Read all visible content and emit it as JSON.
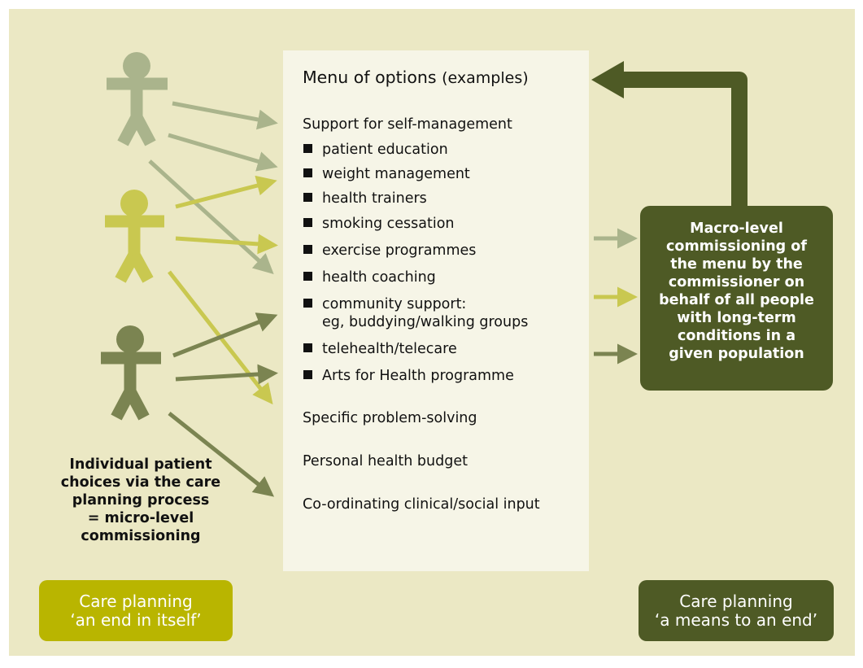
{
  "colors": {
    "panel_bg": "#ebe8c4",
    "menu_bg": "#f6f5e7",
    "light_figure": "#aab48c",
    "mid_figure": "#c9c850",
    "dark_figure": "#7b8451",
    "dark_green": "#4e5a25",
    "yellow_tag": "#b9b500",
    "bullet": "#111111"
  },
  "menu": {
    "title": "Menu of options",
    "title_suffix": "(examples)",
    "section_self_management": "Support for self-management",
    "items": [
      "patient education",
      "weight management",
      "health trainers",
      "smoking cessation",
      "exercise programmes",
      "health coaching",
      "community support:",
      "telehealth/telecare",
      "Arts for Health programme"
    ],
    "community_support_sub": "eg, buddying/walking groups",
    "section_problem_solving": "Specific problem-solving",
    "section_budget": "Personal health budget",
    "section_coordinating": "Co-ordinating clinical/social input"
  },
  "macro": {
    "lines": [
      "Macro-level",
      "commissioning of",
      "the menu by the",
      "commissioner on",
      "behalf of all people",
      "with long-term",
      "conditions in a",
      "given population"
    ]
  },
  "micro": {
    "lines": [
      "Individual patient",
      "choices via the care",
      "planning process",
      "= micro-level",
      "commissioning"
    ]
  },
  "tags": {
    "left": [
      "Care planning",
      "‘an end in itself’"
    ],
    "right": [
      "Care planning",
      "‘a means to an end’"
    ]
  },
  "figures": [
    {
      "id": "person-light",
      "color_key": "light_figure"
    },
    {
      "id": "person-mid",
      "color_key": "mid_figure"
    },
    {
      "id": "person-dark",
      "color_key": "dark_figure"
    }
  ]
}
